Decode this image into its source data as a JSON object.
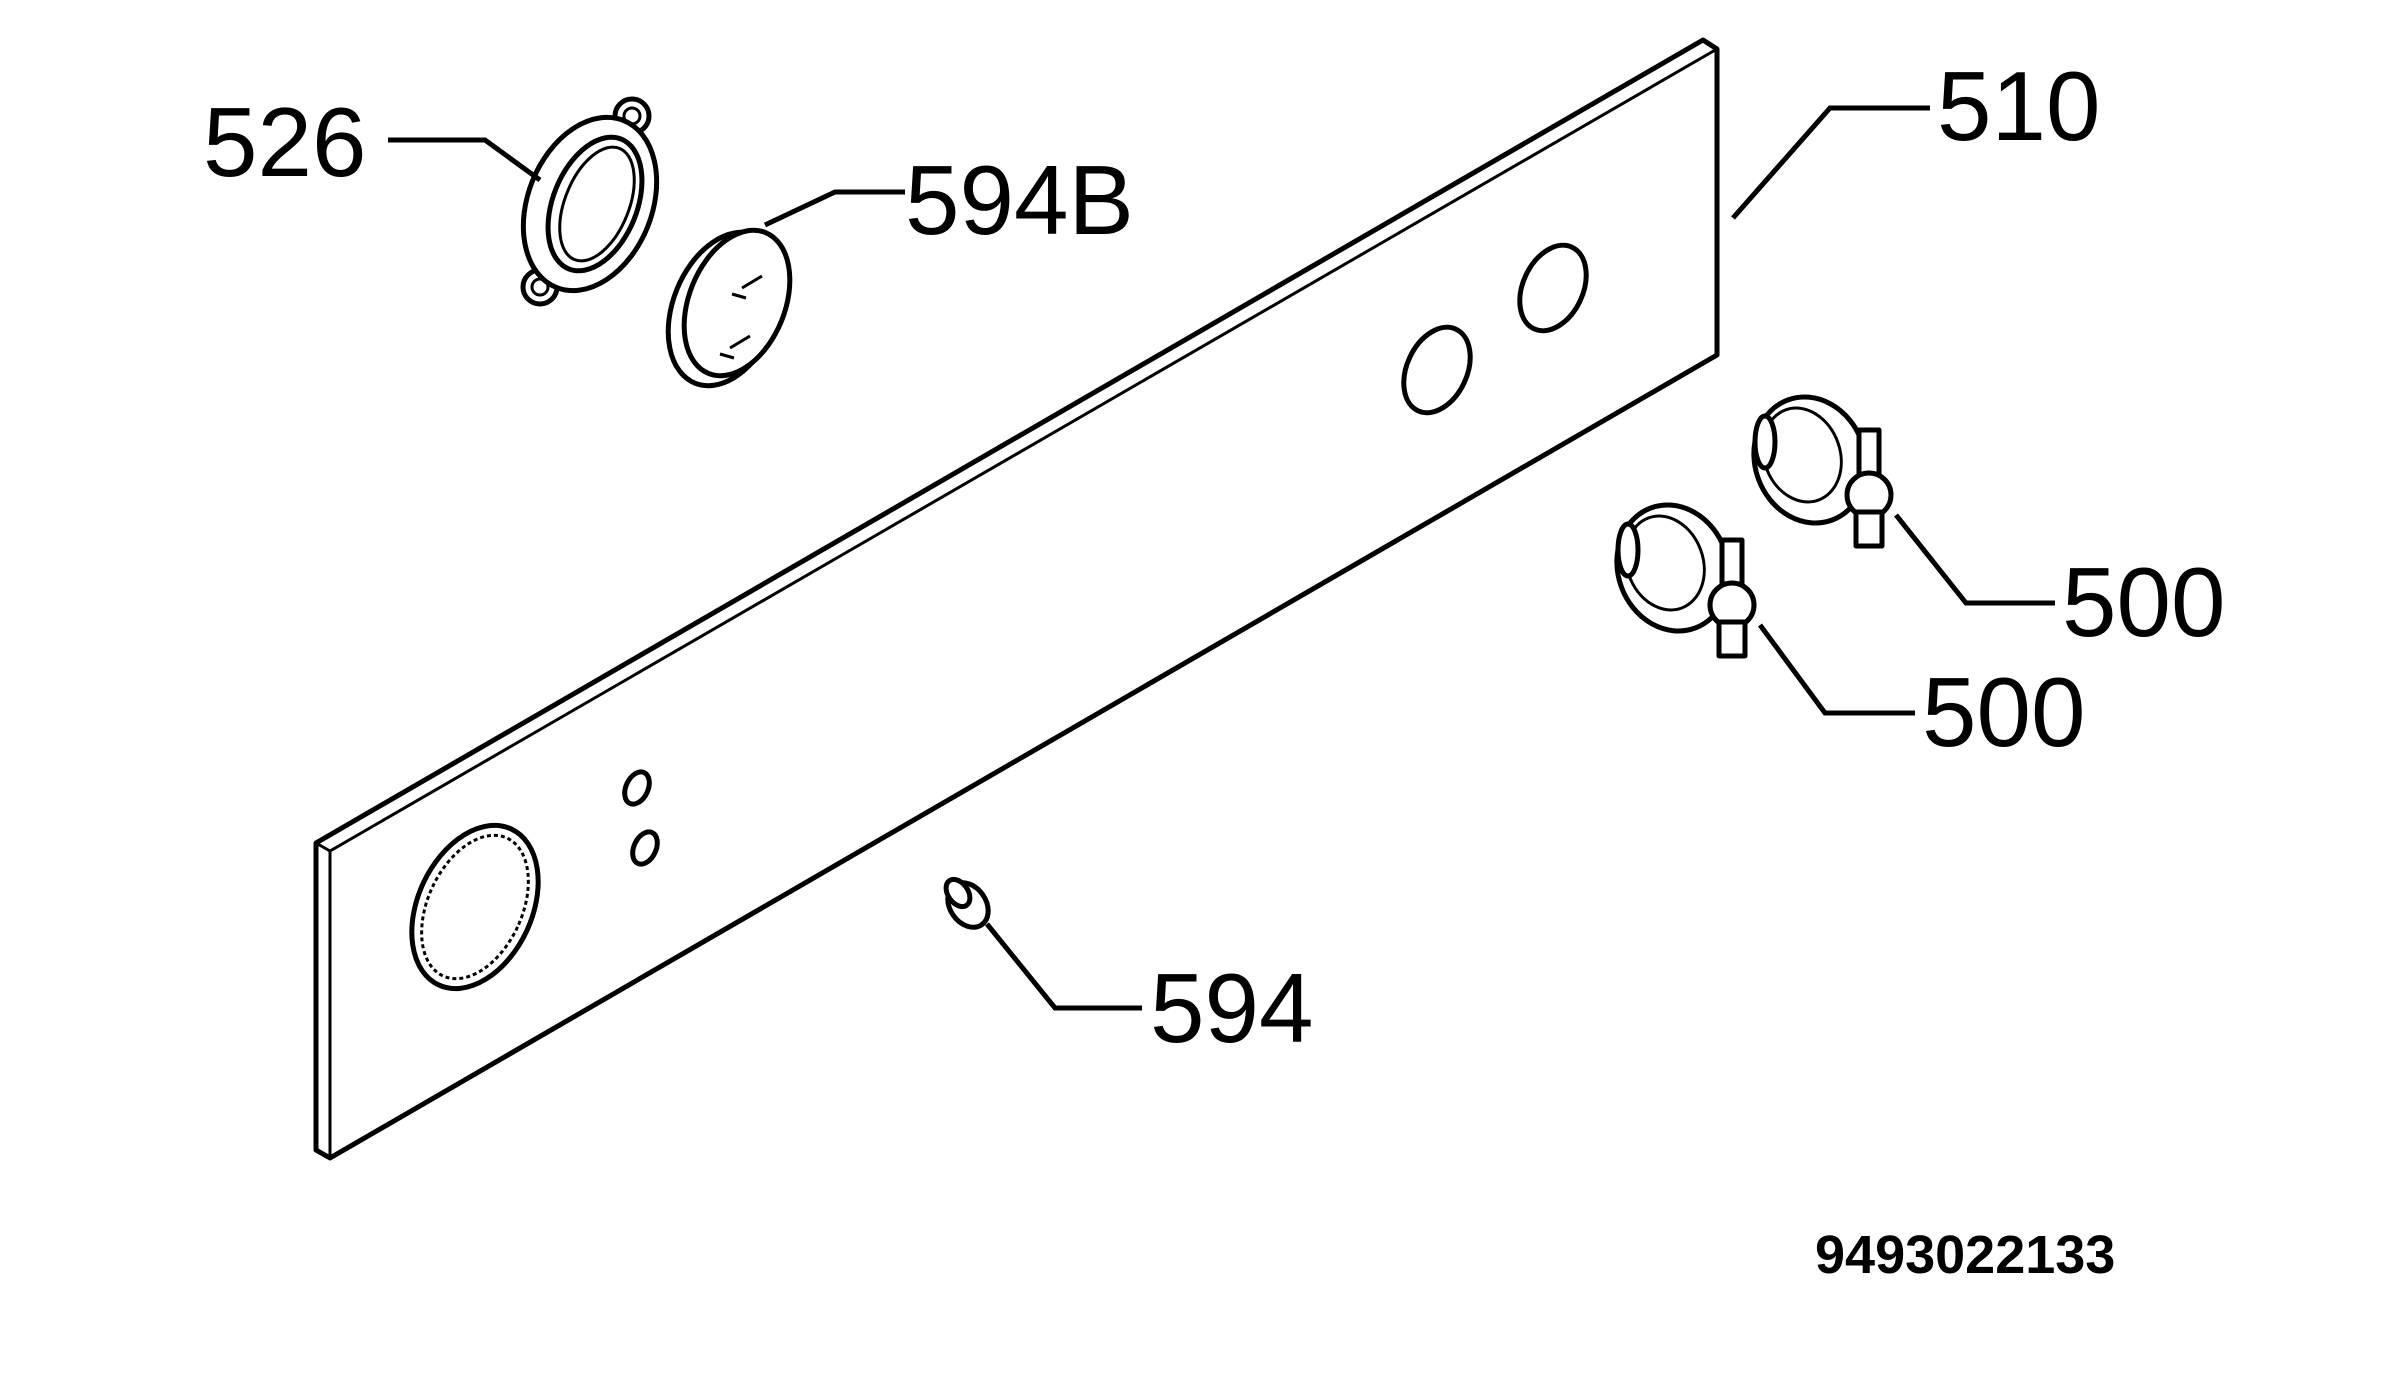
{
  "callouts": {
    "c526": "526",
    "c594b": "594B",
    "c510": "510",
    "c500a": "500",
    "c500b": "500",
    "c594": "594"
  },
  "document_number": "9493022133",
  "colors": {
    "ink": "#000000",
    "paper": "#ffffff"
  }
}
